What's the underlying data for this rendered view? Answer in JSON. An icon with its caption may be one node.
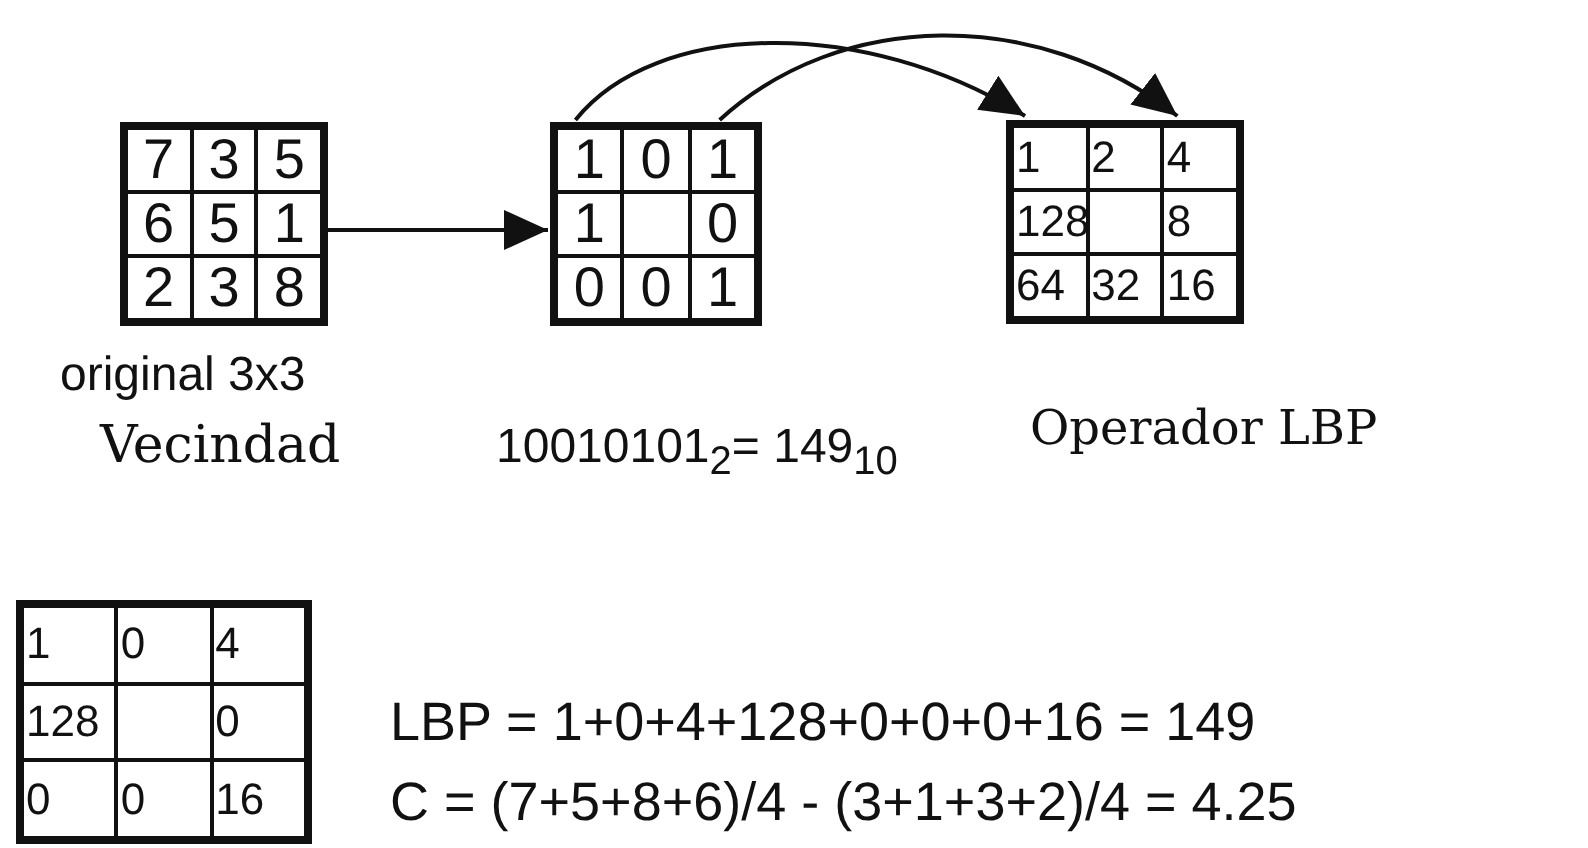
{
  "diagram": {
    "nodes": [
      {
        "text": [
          "7",
          "3",
          "5",
          "6",
          "5",
          "1",
          "2",
          "3",
          "8"
        ],
        "beside": [
          "original 3x3",
          "Vecindad"
        ]
      },
      {
        "text": [
          "1",
          "0",
          "1",
          "1",
          "0",
          "0",
          "0",
          "1"
        ],
        "beside": [
          "10010101$_{2}$= 149$_{10}$"
        ]
      },
      {
        "text": [
          "1",
          "2",
          "4",
          "128",
          "8",
          "64",
          "32",
          "16"
        ],
        "beside": [
          "Operador LBP"
        ]
      },
      {
        "text": [
          "1",
          "0",
          "4",
          "128",
          "0",
          "0",
          "0",
          "16"
        ]
      }
    ],
    "edges": [
      {
        "from": 0,
        "to": 1,
        "arrow": "to"
      },
      {
        "from": 1,
        "to": 2,
        "arrow": "to"
      },
      {
        "from": 1,
        "to": 2,
        "arrow": "to"
      }
    ],
    "labels": [
      "LBP = 1+0+4+128+0+0+0+16 = 149",
      "C = (7+5+8+6)/4 - (3+1+3+2)/4 = 4.25"
    ]
  }
}
